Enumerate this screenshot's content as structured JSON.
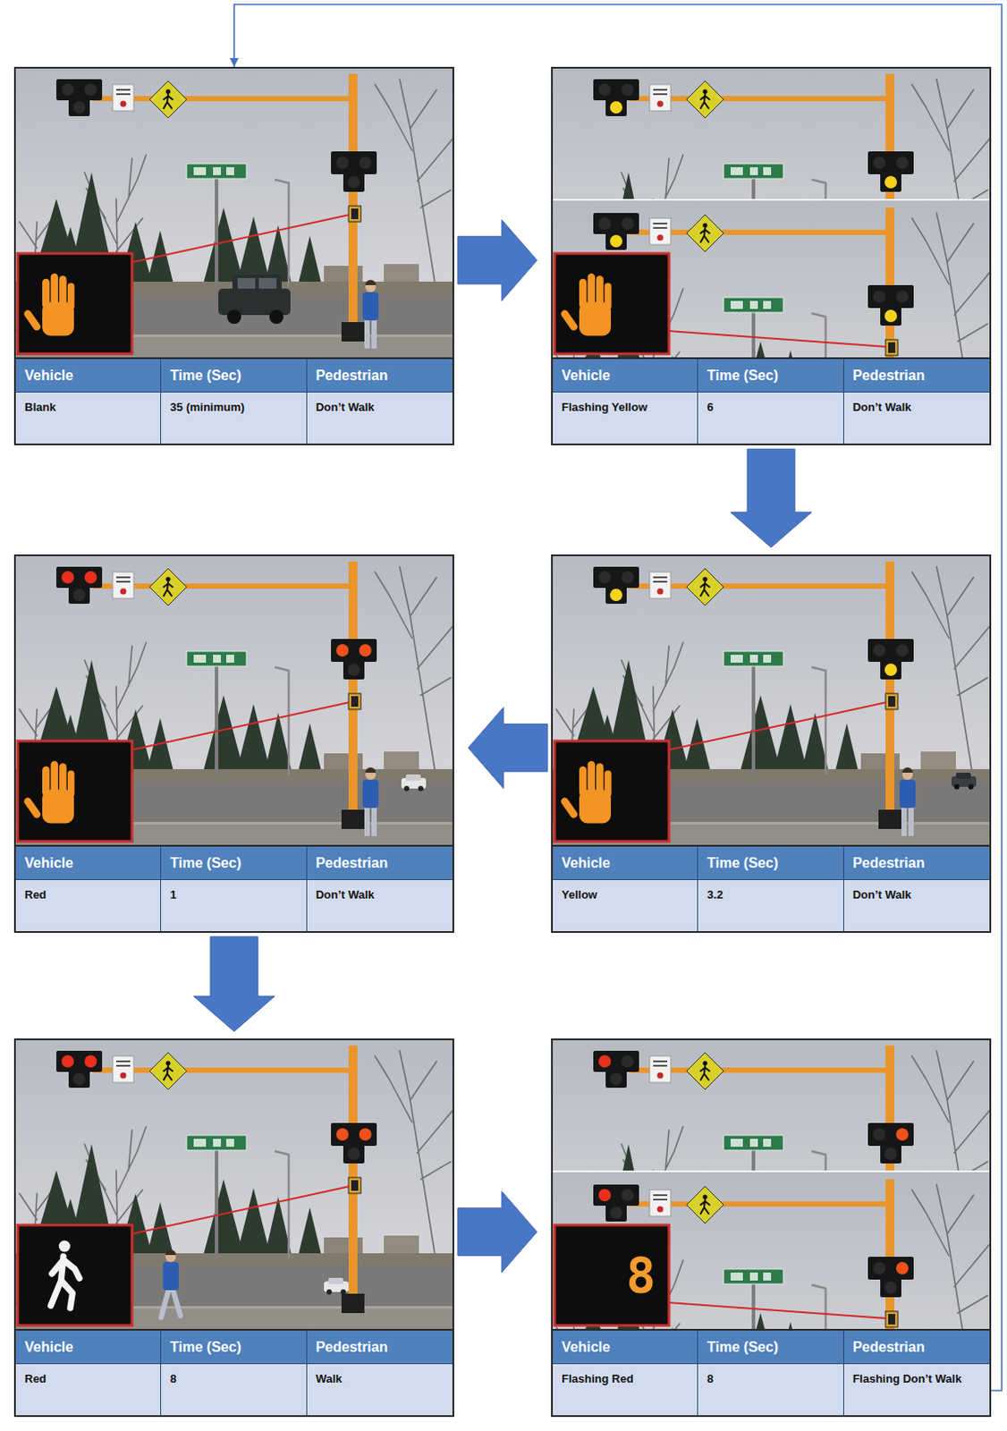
{
  "diagram": {
    "nodes": [
      {
        "text": [
          "Vehicle",
          "Time (Sec)",
          "Pedestrian",
          "Blank",
          "35 (minimum)",
          "Don’t Walk"
        ]
      },
      {
        "text": [
          "Vehicle",
          "Time (Sec)",
          "Pedestrian",
          "Flashing Yellow",
          "6",
          "Don’t Walk"
        ]
      },
      {
        "text": [
          "Vehicle",
          "Time (Sec)",
          "Pedestrian",
          "Red",
          "1",
          "Don’t Walk"
        ]
      },
      {
        "text": [
          "Vehicle",
          "Time (Sec)",
          "Pedestrian",
          "Yellow",
          "3.2",
          "Don’t Walk"
        ]
      },
      {
        "text": [
          "Vehicle",
          "Time (Sec)",
          "Pedestrian",
          "Red",
          "8",
          "Walk"
        ]
      },
      {
        "text": [
          "Vehicle",
          "Time (Sec)",
          "Pedestrian",
          "Flashing Red",
          "8",
          "Flashing Don’t Walk"
        ]
      }
    ],
    "edges": [
      {
        "from": 0,
        "to": 1,
        "arrow": "to"
      },
      {
        "from": 1,
        "to": 3,
        "arrow": "to"
      },
      {
        "from": 3,
        "to": 2,
        "arrow": "to"
      },
      {
        "from": 2,
        "to": 4,
        "arrow": "to"
      },
      {
        "from": 4,
        "to": 5,
        "arrow": "to"
      },
      {
        "from": 5,
        "to": 0,
        "arrow": "to"
      }
    ],
    "labels": [
      "8"
    ]
  }
}
